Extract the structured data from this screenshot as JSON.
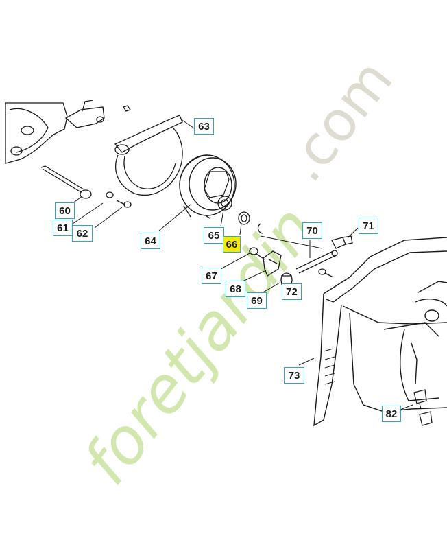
{
  "watermark": {
    "text_main": "foretjardin",
    "text_ext": ".com",
    "color_main": "#c6e29a",
    "color_ext": "#d9d6c8"
  },
  "callouts": {
    "c60": "60",
    "c61": "61",
    "c62": "62",
    "c63": "63",
    "c64": "64",
    "c65": "65",
    "c66": "66",
    "c67": "67",
    "c68": "68",
    "c69": "69",
    "c70": "70",
    "c71": "71",
    "c72": "72",
    "c73": "73",
    "c82": "82"
  },
  "colors": {
    "callout_border": "#2aa7c9",
    "highlight": "#f7ea00",
    "line": "#1a1a1a"
  }
}
